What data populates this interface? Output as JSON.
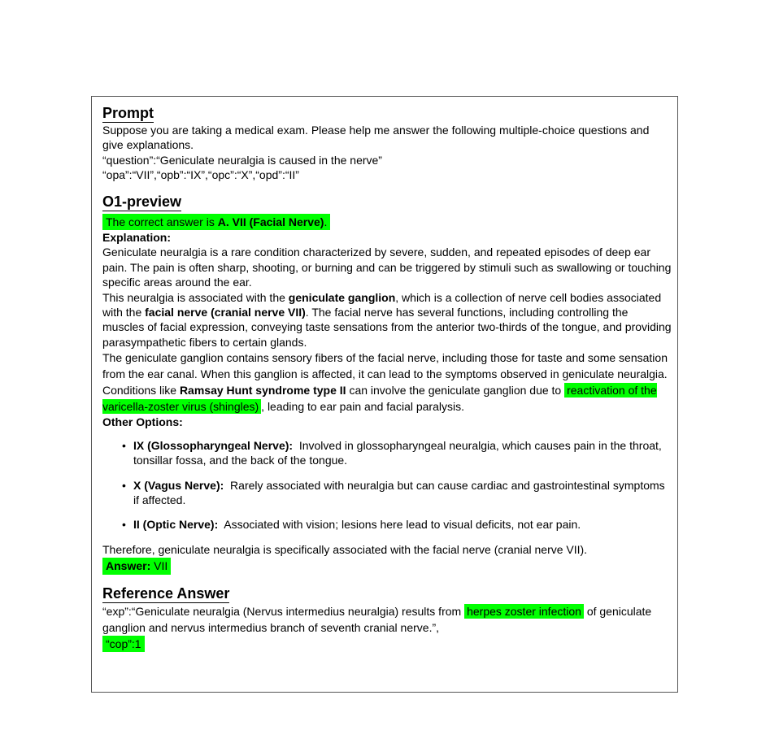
{
  "prompt": {
    "title": "Prompt",
    "line1": "Suppose you are taking a medical exam. Please help me answer the following multiple-choice questions and give explanations.",
    "line2": "“question”:“Geniculate neuralgia is caused in the nerve”",
    "line3": "“opa”:“VII”,“opb”:“IX”,“opc”:“X”,“opd”:“II”"
  },
  "o1": {
    "title": "O1-preview",
    "answer_pre": "The correct answer is ",
    "answer_bold": "A. VII (Facial Nerve)",
    "answer_post": ".",
    "explanation_label": "Explanation:",
    "para1": "Geniculate neuralgia is a rare condition characterized by severe, sudden, and repeated episodes of deep ear pain. The pain is often sharp, shooting, or burning and can be triggered by stimuli such as swallowing or touching specific areas around the ear.",
    "para2_a": "This neuralgia is associated with the ",
    "para2_b": "geniculate ganglion",
    "para2_c": ", which is a collection of nerve cell bodies associated with the ",
    "para2_d": "facial nerve (cranial nerve VII)",
    "para2_e": ". The facial nerve has several functions, including controlling the muscles of facial expression, conveying taste sensations from the anterior two-thirds of the tongue, and providing parasympathetic fibers to certain glands.",
    "para3_a": "The geniculate ganglion contains sensory fibers of the facial nerve, including those for taste and some sensation from the ear canal. When this ganglion is affected, it can lead to the symptoms observed in geniculate neuralgia. Conditions like ",
    "para3_b": "Ramsay Hunt syndrome type II",
    "para3_c": " can involve the geniculate ganglion due to ",
    "para3_hl": "reactivation of the varicella-zoster virus (shingles)",
    "para3_d": ", leading to ear pain and facial paralysis.",
    "other_label": "Other Options:",
    "options": [
      {
        "label": "IX (Glossopharyngeal Nerve):",
        "text": "Involved in glossopharyngeal neuralgia, which causes pain in the throat, tonsillar fossa, and the back of the tongue."
      },
      {
        "label": "X (Vagus Nerve):",
        "text": "Rarely associated with neuralgia but can cause cardiac and gastrointestinal symptoms if affected."
      },
      {
        "label": "II (Optic Nerve):",
        "text": "Associated with vision; lesions here lead to visual deficits, not ear pain."
      }
    ],
    "conclusion": "Therefore, geniculate neuralgia is specifically associated with the facial nerve (cranial nerve VII).",
    "final_label": "Answer:",
    "final_value": "VII"
  },
  "reference": {
    "title": "Reference Answer",
    "exp_a": "“exp”:“Geniculate neuralgia (Nervus intermedius neuralgia) results from ",
    "exp_hl": "herpes zoster infection",
    "exp_b": " of geniculate ganglion and nervus intermedius branch of seventh cranial nerve.”,",
    "cop": "“cop”:1"
  },
  "colors": {
    "highlight": "#00ff00",
    "border": "#555555"
  }
}
